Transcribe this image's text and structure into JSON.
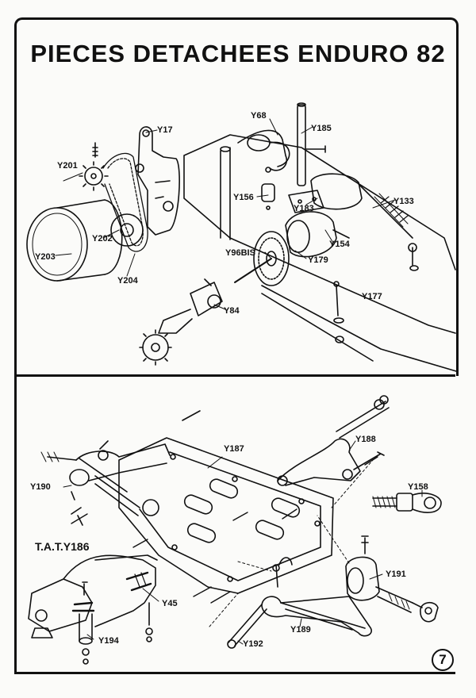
{
  "page": {
    "title": "PIECES DETACHEES ENDURO 82",
    "page_number": "7"
  },
  "top_labels": {
    "y17": "Y17",
    "y68": "Y68",
    "y185": "Y185",
    "y201": "Y201",
    "y202": "Y202",
    "y203": "Y203",
    "y204": "Y204",
    "y156": "Y156",
    "y183": "Y183",
    "y133": "Y133",
    "y154": "Y154",
    "y96bis": "Y96BIS",
    "y179": "Y179",
    "y177": "Y177",
    "y84": "Y84"
  },
  "bottom_labels": {
    "y187": "Y187",
    "y188": "Y188",
    "y190": "Y190",
    "y158": "Y158",
    "taty186": "T.A.T.Y186",
    "y191": "Y191",
    "y45": "Y45",
    "y194": "Y194",
    "y189": "Y189",
    "y192": "Y192"
  }
}
